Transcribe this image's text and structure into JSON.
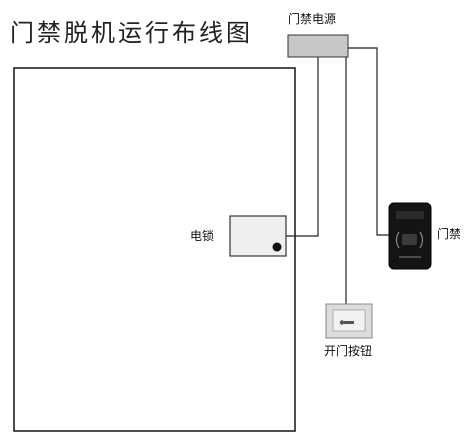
{
  "title": "门禁脱机运行布线图",
  "labels": {
    "power_supply": "门禁电源",
    "electric_lock": "电锁",
    "access_reader": "门禁",
    "exit_button": "开门按钮"
  },
  "colors": {
    "background": "#ffffff",
    "line": "#222222",
    "power_box_fill": "#c8c8c8",
    "lock_box_fill": "#efefef",
    "reader_body": "#111111",
    "button_plate": "#dcdcdc"
  },
  "icons": {
    "electric_lock": "lock-box-icon",
    "access_reader": "card-reader-icon",
    "exit_button": "exit-button-icon"
  }
}
